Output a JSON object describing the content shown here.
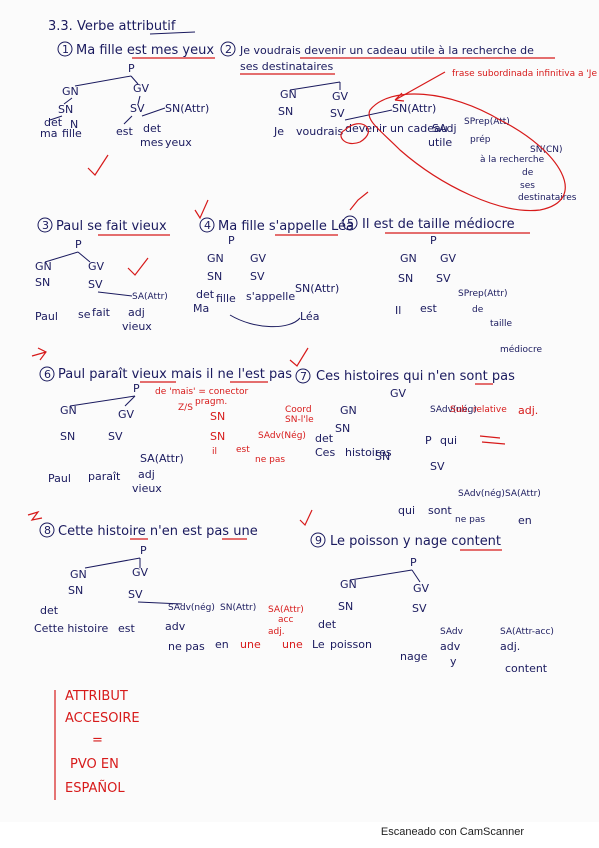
{
  "heading": "3.3. Verbe attributif",
  "sentences": [
    {
      "num": "1",
      "text_pre": "Ma fille ",
      "text_hl": "est mes yeux"
    },
    {
      "num": "2",
      "text_a": "Je voudrais devenir un cadeau utile à la recherche de",
      "text_b": "ses destinataires"
    },
    {
      "num": "3",
      "text_pre": "Paul se ",
      "text_hl": "fait vieux"
    },
    {
      "num": "4",
      "text_pre": "Ma fille ",
      "text_hl": "s'appelle Léa"
    },
    {
      "num": "5",
      "text_pre": "Il ",
      "text_hl": "est de taille médiocre"
    },
    {
      "num": "6",
      "text_pre": "Paul paraît ",
      "text_hl": "vieux",
      "text_post": " mais il ne l'est pas"
    },
    {
      "num": "7",
      "text_pre": "Ces histoires qui n'",
      "text_hl": "en",
      "text_post": " sont pas"
    },
    {
      "num": "8",
      "text_pre": "Cette histoire n'",
      "text_hl": "en",
      "text_post": " est pas ",
      "text_hl2": "une"
    },
    {
      "num": "9",
      "text_pre": "Le poisson y nage ",
      "text_hl": "content"
    }
  ],
  "tree1": {
    "P": "P",
    "GN": "GN",
    "GV": "GV",
    "SN": "SN",
    "SV": "SV",
    "det": "det",
    "det2": "det",
    "N": "N",
    "w1": "ma",
    "w2": "fille",
    "w3": "est",
    "w4": "mes",
    "w5": "yeux",
    "attr": "SN(Attr)"
  },
  "tree2": {
    "GN": "GN",
    "GV": "GV",
    "SN": "SN",
    "SV": "SV",
    "w1": "Je",
    "w2": "voudrais",
    "w3": "devenir",
    "w4": "un cadeau",
    "w5": "utile",
    "attr": "SN(Attr)",
    "sadj": "SAdj",
    "sprep": "SPrep(Att)",
    "sn": "SN(CN)",
    "p": "prép",
    "w6": "à la recherche",
    "w7": "de",
    "w8": "ses",
    "w9": "destinataires",
    "note": "frase subordinada infinitiva a 'Je voudrais'"
  },
  "tree3": {
    "P": "P",
    "GN": "GN",
    "GV": "GV",
    "SN": "SN",
    "SV": "SV",
    "attr": "SA(Attr)",
    "w1": "Paul",
    "w2": "se",
    "w3": "fait",
    "w4": "vieux",
    "adj": "adj"
  },
  "tree4": {
    "P": "P",
    "GN": "GN",
    "GV": "GV",
    "SN": "SN",
    "SV": "SV",
    "attr": "SN(Attr)",
    "det": "det",
    "w1": "Ma",
    "w2": "fille",
    "w3": "s'appelle",
    "w4": "Léa"
  },
  "tree5": {
    "P": "P",
    "GN": "GN",
    "GV": "GV",
    "SN": "SN",
    "SV": "SV",
    "attr": "SPrep(Attr)",
    "w1": "Il",
    "w2": "est",
    "w3": "de",
    "w4": "taille",
    "w5": "médiocre"
  },
  "tree6": {
    "P": "P",
    "GN": "GN",
    "GV": "GV",
    "SN": "SN",
    "SV": "SV",
    "attr": "SA(Attr)",
    "w1": "Paul",
    "w2": "paraît",
    "w3": "adj",
    "w4": "vieux",
    "red_top": "de 'mais' = conector",
    "red_top2": "pragm.",
    "red_coord": "Coord",
    "red_snle": "SN-l'le",
    "red_sn": "SN",
    "red_sadv": "SAdv(Nég)",
    "red_ilne": "il",
    "red_est": "est",
    "red_nepas": "ne pas",
    "red_zs": "Z/S"
  },
  "tree7": {
    "GN": "GN",
    "GV": "GV",
    "SN": "SN",
    "SV": "SV",
    "det": "det",
    "w1": "Ces",
    "w2": "histoires",
    "p": "P",
    "qui": "qui",
    "attr": "SA(Attr)",
    "sadv": "SAdv(nég)",
    "w3": "qui",
    "w4": "sont",
    "w5": "ne pas",
    "w6": "en",
    "red_rel": "Sub. relative",
    "red_adj": "adj."
  },
  "tree8": {
    "P": "P",
    "GN": "GN",
    "GV": "GV",
    "SN": "SN",
    "SV": "SV",
    "det": "det",
    "w1": "Cette histoire",
    "w2": "est",
    "w3": "ne pas",
    "w4": "en",
    "w5": "une",
    "sadv": "SAdv(nég)",
    "attr": "SN(Attr)",
    "adv": "adv",
    "red_attr": "SA(Attr)",
    "red_adj": "adj.",
    "red_acc": "acc",
    "red_une": "une"
  },
  "tree9": {
    "P": "P",
    "GN": "GN",
    "GV": "GV",
    "SN": "SN",
    "SV": "SV",
    "det": "det",
    "w1": "Le",
    "w2": "poisson",
    "w3": "nage",
    "w4": "y",
    "w5": "content",
    "sadv": "SAdv",
    "attr": "SA(Attr-acc)",
    "adv": "adv",
    "adj": "adj."
  },
  "box": [
    "ATTRIBUT",
    "ACCESOIRE",
    "=",
    "PVO EN",
    "ESPAÑOL"
  ],
  "footer": "Escaneado con CamScanner"
}
